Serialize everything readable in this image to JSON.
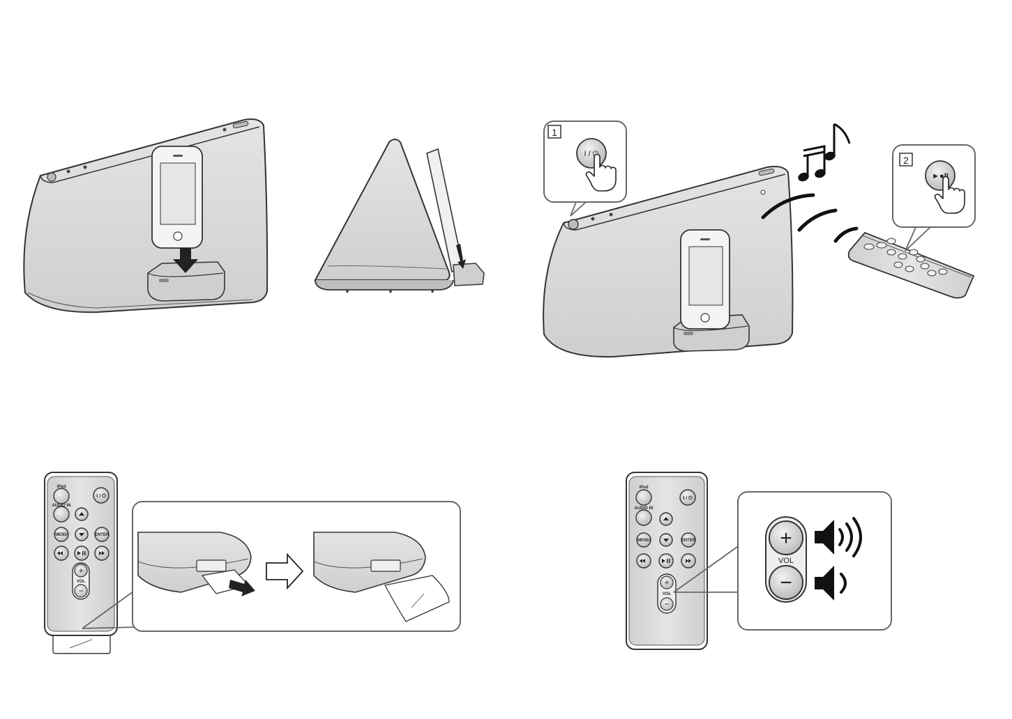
{
  "steps": {
    "step1": "1",
    "step2": "2"
  },
  "buttons": {
    "power": "I / ⏻",
    "play_pause": "►●II"
  },
  "remote_labels": {
    "ipod": "iPod",
    "audio_in": "AUDIO IN",
    "menu": "MENU",
    "enter": "ENTER",
    "vol": "VOL"
  },
  "volume_callout": {
    "plus": "+",
    "minus": "−",
    "vol": "VOL"
  },
  "icons": [
    "finger-press-icon",
    "music-note-icon",
    "speaker-loud-icon",
    "speaker-soft-icon",
    "arrow-right-icon",
    "arrow-down-icon"
  ],
  "colors": {
    "body_fill": "#d9d9d9",
    "outline": "#333333",
    "callout_border": "#666666",
    "screen": "#ececec"
  }
}
